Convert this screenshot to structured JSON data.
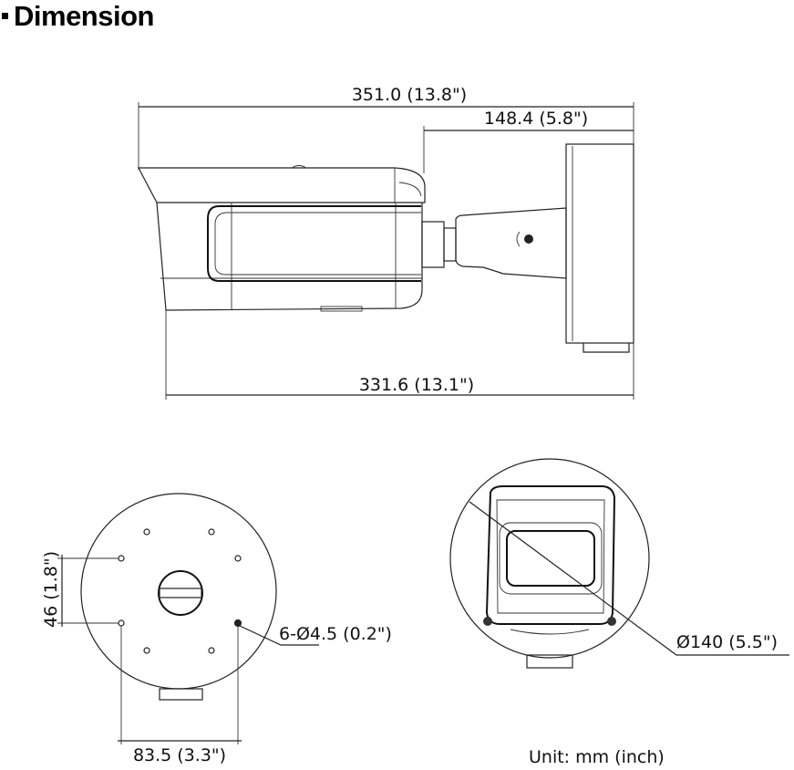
{
  "title": "Dimension",
  "side_view": {
    "overall_length": "351.0 (13.8\")",
    "mount_length": "148.4 (5.8\")",
    "body_length": "331.6 (13.1\")"
  },
  "mount_base_view": {
    "hole_spacing_vertical": "46 (1.8\")",
    "hole_spacing_horizontal": "83.5 (3.3\")",
    "holes": "6-Ø4.5 (0.2\")"
  },
  "front_view": {
    "diameter": "Ø140 (5.5\")"
  },
  "unit_note": "Unit: mm (inch)"
}
